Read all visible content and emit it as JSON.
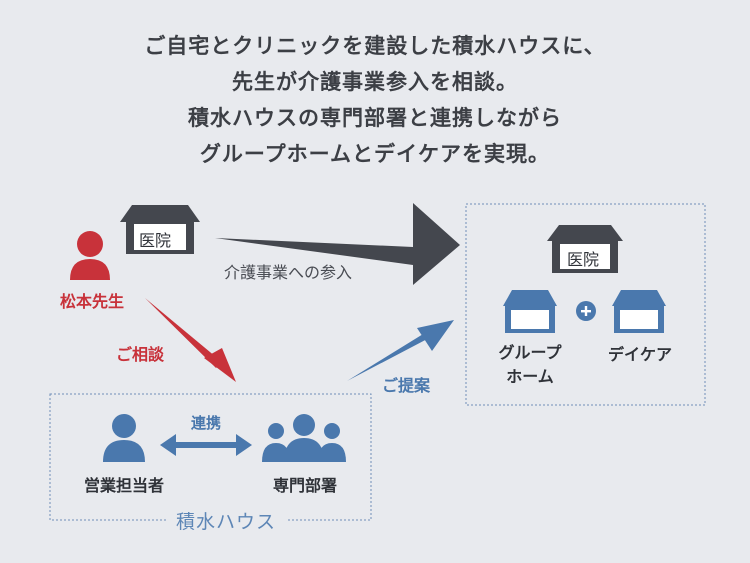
{
  "headline": {
    "line1": "ご自宅とクリニックを建設した積水ハウスに、",
    "line2": "先生が介護事業参入を相談。",
    "line3": "積水ハウスの専門部署と連携しながら",
    "line4": "グループホームとデイケアを実現。"
  },
  "doctor": {
    "name": "松本先生",
    "clinic_sign": "医院"
  },
  "flows": {
    "entry": "介護事業への参入",
    "consult": "ご相談",
    "proposal": "ご提案",
    "cooperation": "連携"
  },
  "sekisui": {
    "group_name": "積水ハウス",
    "sales": "営業担当者",
    "dept": "専門部署"
  },
  "result": {
    "clinic_sign": "医院",
    "group_home": "グループ\nホーム",
    "daycare": "デイケア"
  },
  "colors": {
    "background": "#e8eaee",
    "red": "#c8323a",
    "blue": "#4a78ad",
    "dark": "#44474e"
  }
}
